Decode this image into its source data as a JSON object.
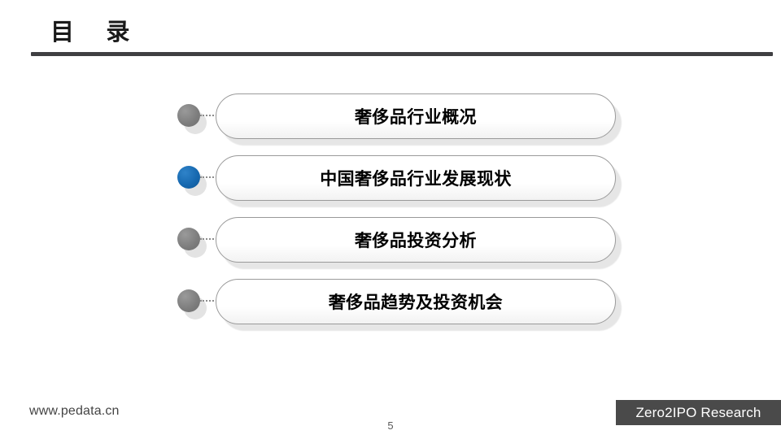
{
  "slide": {
    "title": "目  录",
    "page_number": "5"
  },
  "toc": {
    "items": [
      {
        "label": "奢侈品行业概况",
        "bullet": "bullet-icon",
        "active": false
      },
      {
        "label": "中国奢侈品行业发展现状",
        "bullet": "bullet-icon",
        "active": true
      },
      {
        "label": "奢侈品投资分析",
        "bullet": "bullet-icon",
        "active": false
      },
      {
        "label": "奢侈品趋势及投资机会",
        "bullet": "bullet-icon",
        "active": false
      }
    ]
  },
  "footer": {
    "url": "www.pedata.cn",
    "brand": "Zero2IPO Research"
  },
  "colors": {
    "rule": "#3f3f42",
    "bullet_inactive": "#7d7d7d",
    "bullet_active": "#1769b0",
    "brand_bar": "#4a4a4a",
    "text": "#000000",
    "background": "#ffffff"
  }
}
